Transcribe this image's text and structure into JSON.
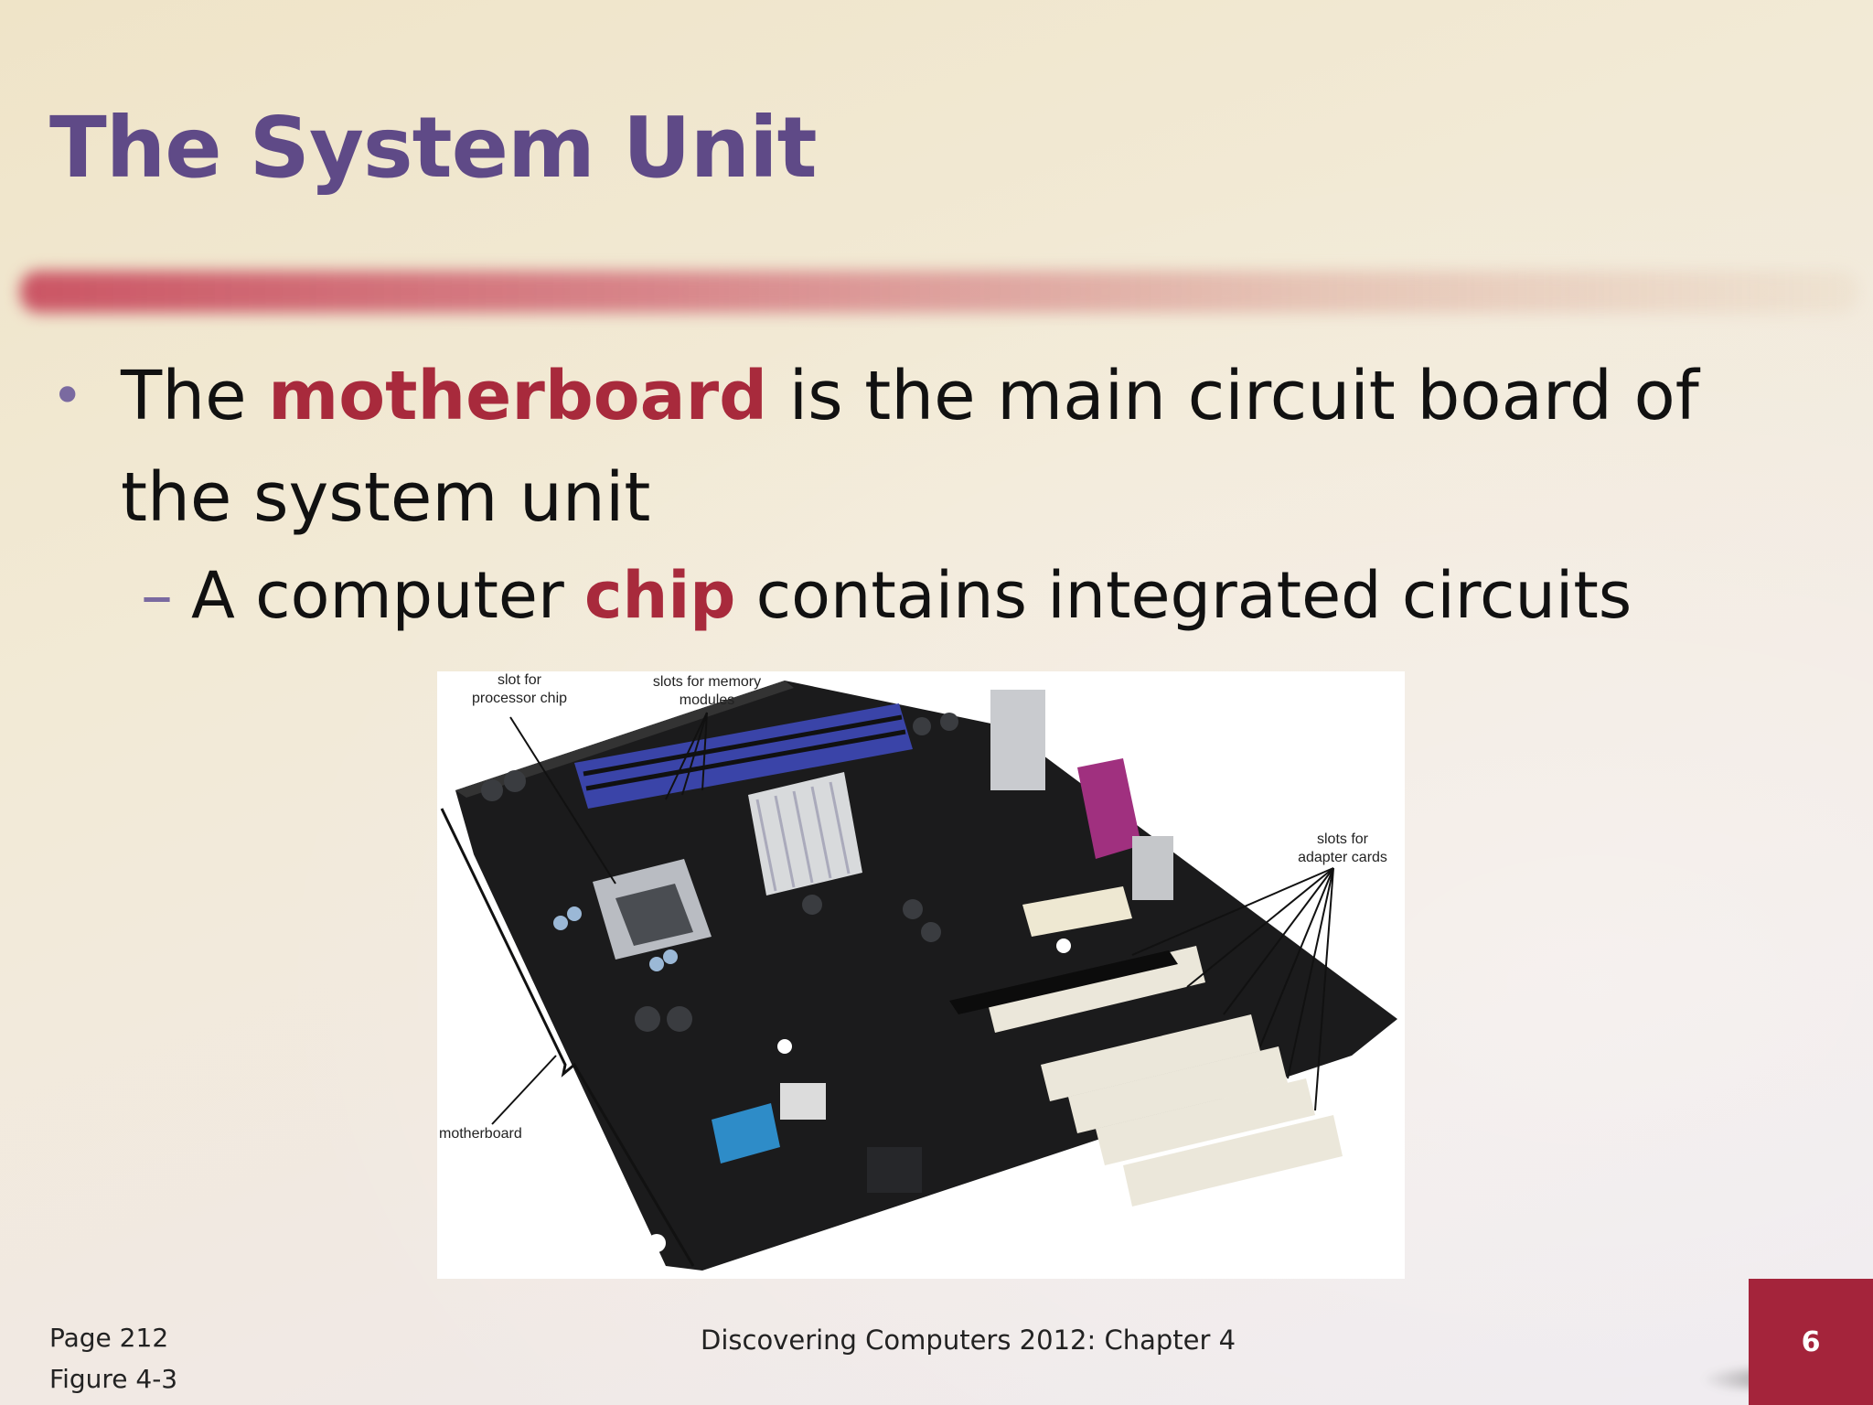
{
  "slide": {
    "title": "The System Unit",
    "bullet1": {
      "pre": "The ",
      "keyword": "motherboard",
      "post": " is the main circuit board of the system unit"
    },
    "bullet2": {
      "dash": "–",
      "pre": "A computer ",
      "keyword": "chip",
      "post": " contains integrated circuits"
    },
    "figure": {
      "labels": {
        "processor": "slot for\nprocessor chip",
        "memory": "slots for memory\nmodules",
        "adapter": "slots for\nadapter cards",
        "motherboard": "motherboard"
      }
    },
    "footer": {
      "page": "Page 212",
      "figure": "Figure 4-3",
      "center": "Discovering Computers 2012: Chapter 4",
      "slide_number": "6"
    }
  },
  "colors": {
    "title": "#5f4a87",
    "keyword": "#a82a3c",
    "page_box": "#a4243b",
    "memory_slots": "#3a44a8",
    "board": "#1b1b1c"
  }
}
